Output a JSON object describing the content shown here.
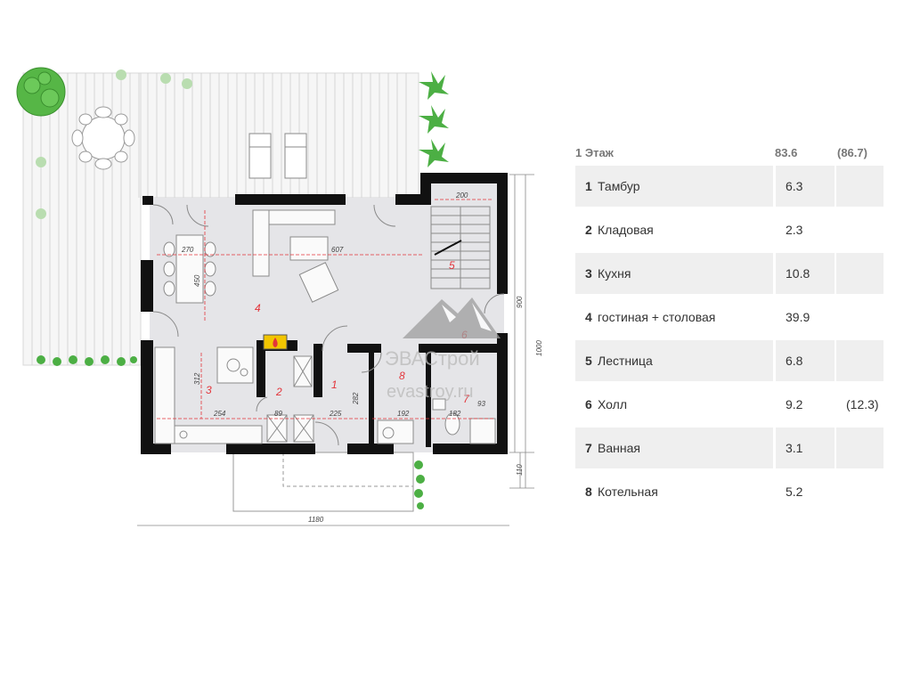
{
  "plan": {
    "room_numbers": [
      "1",
      "2",
      "3",
      "4",
      "5",
      "6",
      "7",
      "8"
    ],
    "dimensions": {
      "d200": "200",
      "d270": "270",
      "d607": "607",
      "d450": "450",
      "d900": "900",
      "d1000": "1000",
      "d312": "312",
      "d282": "282",
      "d254": "254",
      "d89": "89",
      "d225": "225",
      "d192": "192",
      "d182": "182",
      "d93": "93",
      "d110": "110",
      "d1180": "1180"
    },
    "watermark": {
      "name": "ЭВАСтрой",
      "site": "evastroy.ru"
    }
  },
  "table": {
    "header": {
      "label": "1 Этаж",
      "area": "83.6",
      "area_total": "(86.7)"
    },
    "rows": [
      {
        "num": "1",
        "name": "Тамбур",
        "area": "6.3",
        "extra": ""
      },
      {
        "num": "2",
        "name": "Кладовая",
        "area": "2.3",
        "extra": ""
      },
      {
        "num": "3",
        "name": "Кухня",
        "area": "10.8",
        "extra": ""
      },
      {
        "num": "4",
        "name": "гостиная + столовая",
        "area": "39.9",
        "extra": ""
      },
      {
        "num": "5",
        "name": "Лестница",
        "area": "6.8",
        "extra": ""
      },
      {
        "num": "6",
        "name": "Холл",
        "area": "9.2",
        "extra": "(12.3)"
      },
      {
        "num": "7",
        "name": "Ванная",
        "area": "3.1",
        "extra": ""
      },
      {
        "num": "8",
        "name": "Котельная",
        "area": "5.2",
        "extra": ""
      }
    ]
  },
  "colors": {
    "wall": "#111111",
    "floor": "#e5e5e8",
    "accent_red": "#e3343a",
    "plant": "#3fa93a"
  }
}
